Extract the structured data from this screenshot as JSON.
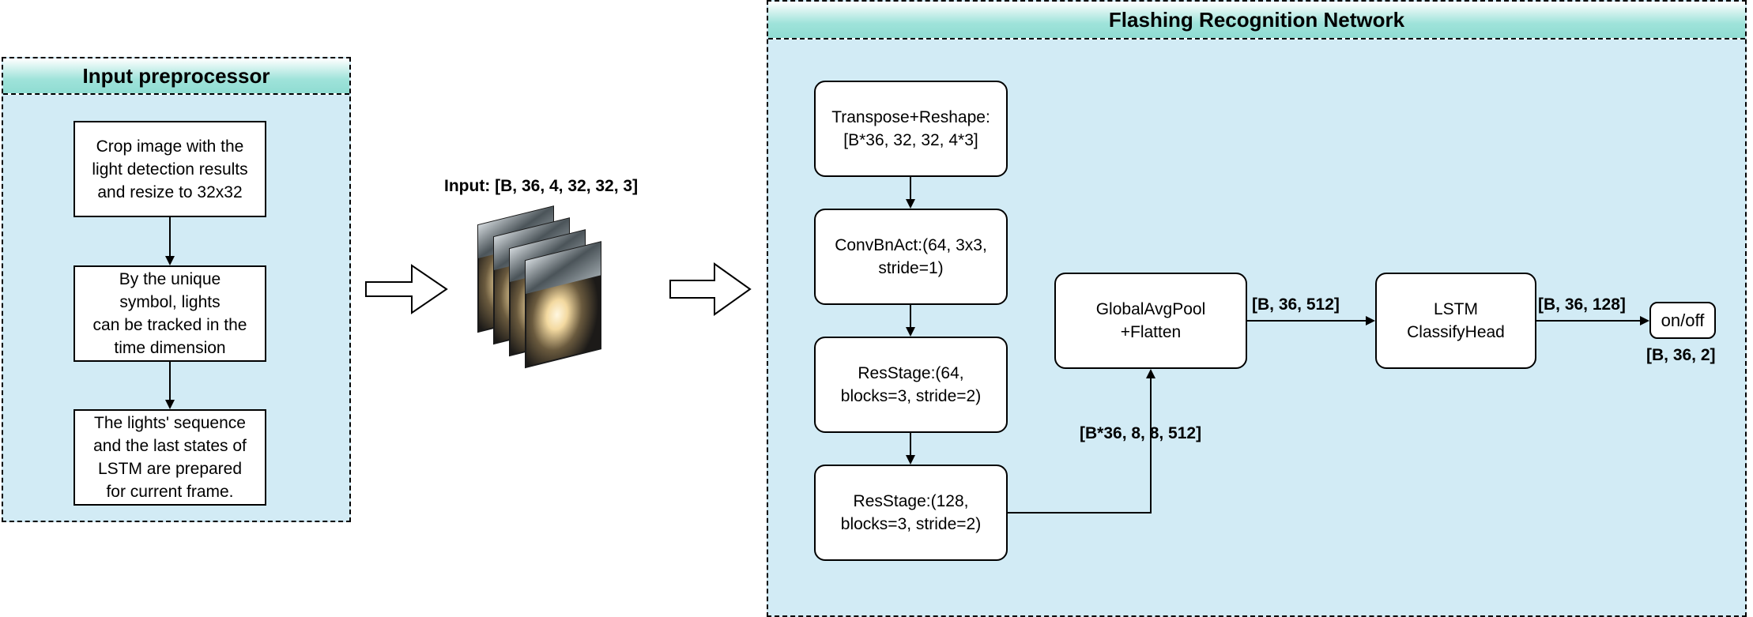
{
  "preprocessor": {
    "title": "Input preprocessor",
    "steps": [
      "Crop image with the\nlight detection results\nand resize to 32x32",
      "By the unique\nsymbol, lights\ncan be tracked in the\ntime dimension",
      "The lights' sequence\nand the last states of\nLSTM are prepared\nfor current frame."
    ]
  },
  "input": {
    "label": "Input: [B, 36, 4, 32, 32, 3]",
    "image_icon": "headlight-frame-stack"
  },
  "network": {
    "title": "Flashing Recognition Network",
    "blocks": [
      "Transpose+Reshape:\n[B*36, 32, 32, 4*3]",
      "ConvBnAct:(64, 3x3,\nstride=1)",
      "ResStage:(64,\nblocks=3, stride=2)",
      "ResStage:(128,\nblocks=3, stride=2)"
    ],
    "pool": "GlobalAvgPool\n+Flatten",
    "lstm": "LSTM\nClassifyHead",
    "output": "on/off",
    "edge_labels": {
      "resstage_to_pool": "[B*36, 8, 8, 512]",
      "pool_to_lstm": "[B, 36, 512]",
      "lstm_to_output": "[B, 36, 128]",
      "output_shape": "[B, 36, 2]"
    }
  },
  "colors": {
    "panel_fill": "#d2ebf5",
    "header_fill": "#8fdcd2",
    "box_fill": "#ffffff",
    "stroke": "#000000"
  }
}
